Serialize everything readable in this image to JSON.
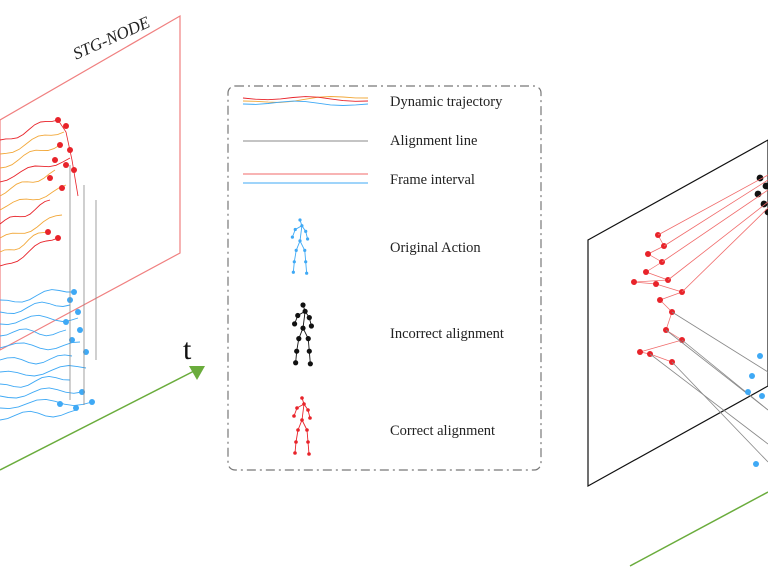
{
  "left_panel": {
    "title": "STG-NODE"
  },
  "time_axis": {
    "label": "t"
  },
  "legend": {
    "items": [
      {
        "label": "Dynamic trajectory"
      },
      {
        "label": "Alignment line"
      },
      {
        "label": "Frame interval"
      },
      {
        "label": "Original Action"
      },
      {
        "label": "Incorrect alignment"
      },
      {
        "label": "Correct alignment"
      }
    ]
  },
  "colors": {
    "red": "#e8232a",
    "blue": "#3fa9f5",
    "orange": "#f2a83a",
    "black": "#111111",
    "green": "#6aac3c",
    "gray": "#888888",
    "pink": "#f06a6a",
    "frame_border": "#f08080"
  }
}
